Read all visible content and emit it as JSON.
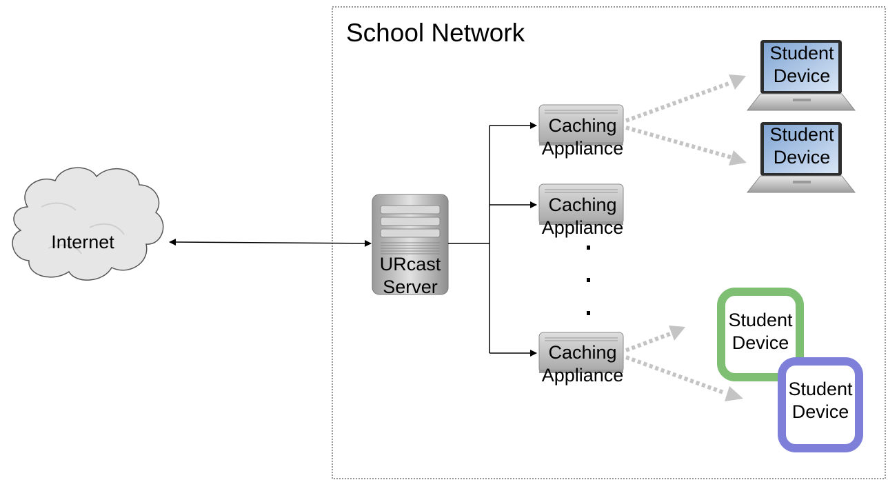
{
  "region": {
    "title": "School Network"
  },
  "internet": {
    "label": "Internet"
  },
  "server": {
    "line1": "URcast",
    "line2": "Server"
  },
  "appliances": [
    {
      "line1": "Caching",
      "line2": "Appliance"
    },
    {
      "line1": "Caching",
      "line2": "Appliance"
    },
    {
      "line1": "Caching",
      "line2": "Appliance"
    }
  ],
  "laptops": [
    {
      "line1": "Student",
      "line2": "Device"
    },
    {
      "line1": "Student",
      "line2": "Device"
    }
  ],
  "tablets": [
    {
      "line1": "Student",
      "line2": "Device",
      "color": "#7fbf74"
    },
    {
      "line1": "Student",
      "line2": "Device",
      "color": "#7e7fd8"
    }
  ],
  "colors": {
    "arrow": "#000000",
    "wireless": "#c4c4c4",
    "cloud_fill": "#e6e6e6",
    "cloud_stroke": "#555555",
    "hardware": "#c9c9c9",
    "screen": "#b9cde6"
  },
  "ellipsis": {
    "dot_count": 3
  }
}
